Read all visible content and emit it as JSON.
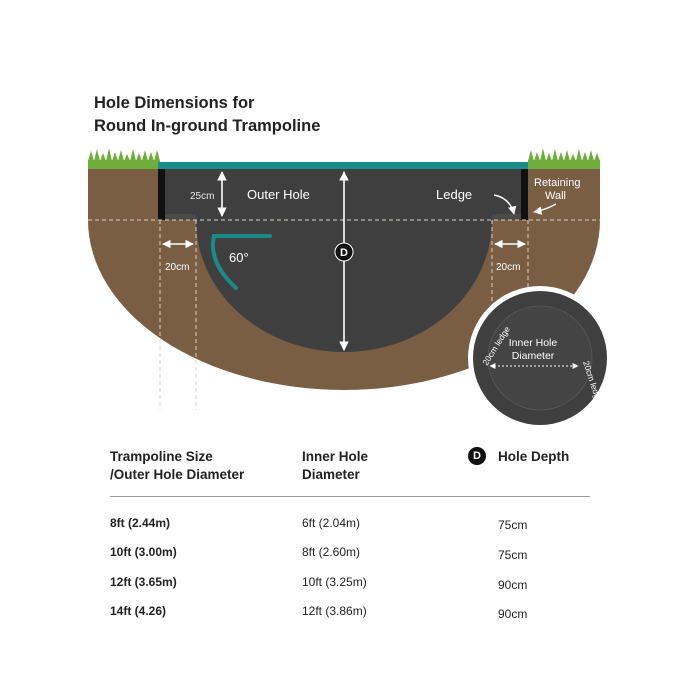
{
  "title": {
    "line1": "Hole Dimensions for",
    "line2": "Round In-ground Trampoline"
  },
  "diagram": {
    "outer_hole": "Outer Hole",
    "ledge": "Ledge",
    "retaining_wall_line1": "Retaining",
    "retaining_wall_line2": "Wall",
    "depth_25cm": "25cm",
    "ledge_width_left": "20cm",
    "ledge_width_right": "20cm",
    "angle": "60°",
    "depth_badge": "D",
    "inset_inner_line1": "Inner Hole",
    "inset_inner_line2": "Diameter",
    "inset_ledge_top": "20cm ledge",
    "inset_ledge_right": "20cm ledge"
  },
  "colors": {
    "soil": "#7a5e43",
    "hole": "#3f3f3f",
    "trampoline": "#1a8a8a",
    "grass": "#6fae3a",
    "wall": "#111111"
  },
  "table": {
    "headers": {
      "col1_line1": "Trampoline Size",
      "col1_line2": "/Outer Hole Diameter",
      "col2_line1": "Inner Hole",
      "col2_line2": "Diameter",
      "col3_badge": "D",
      "col3": "Hole Depth"
    },
    "rows": [
      {
        "size": "8ft (2.44m)",
        "inner": "6ft (2.04m)",
        "depth": "75cm"
      },
      {
        "size": "10ft (3.00m)",
        "inner": "8ft (2.60m)",
        "depth": "75cm"
      },
      {
        "size": "12ft (3.65m)",
        "inner": "10ft (3.25m)",
        "depth": "90cm"
      },
      {
        "size": "14ft (4.26)",
        "inner": "12ft (3.86m)",
        "depth": "90cm"
      }
    ]
  }
}
